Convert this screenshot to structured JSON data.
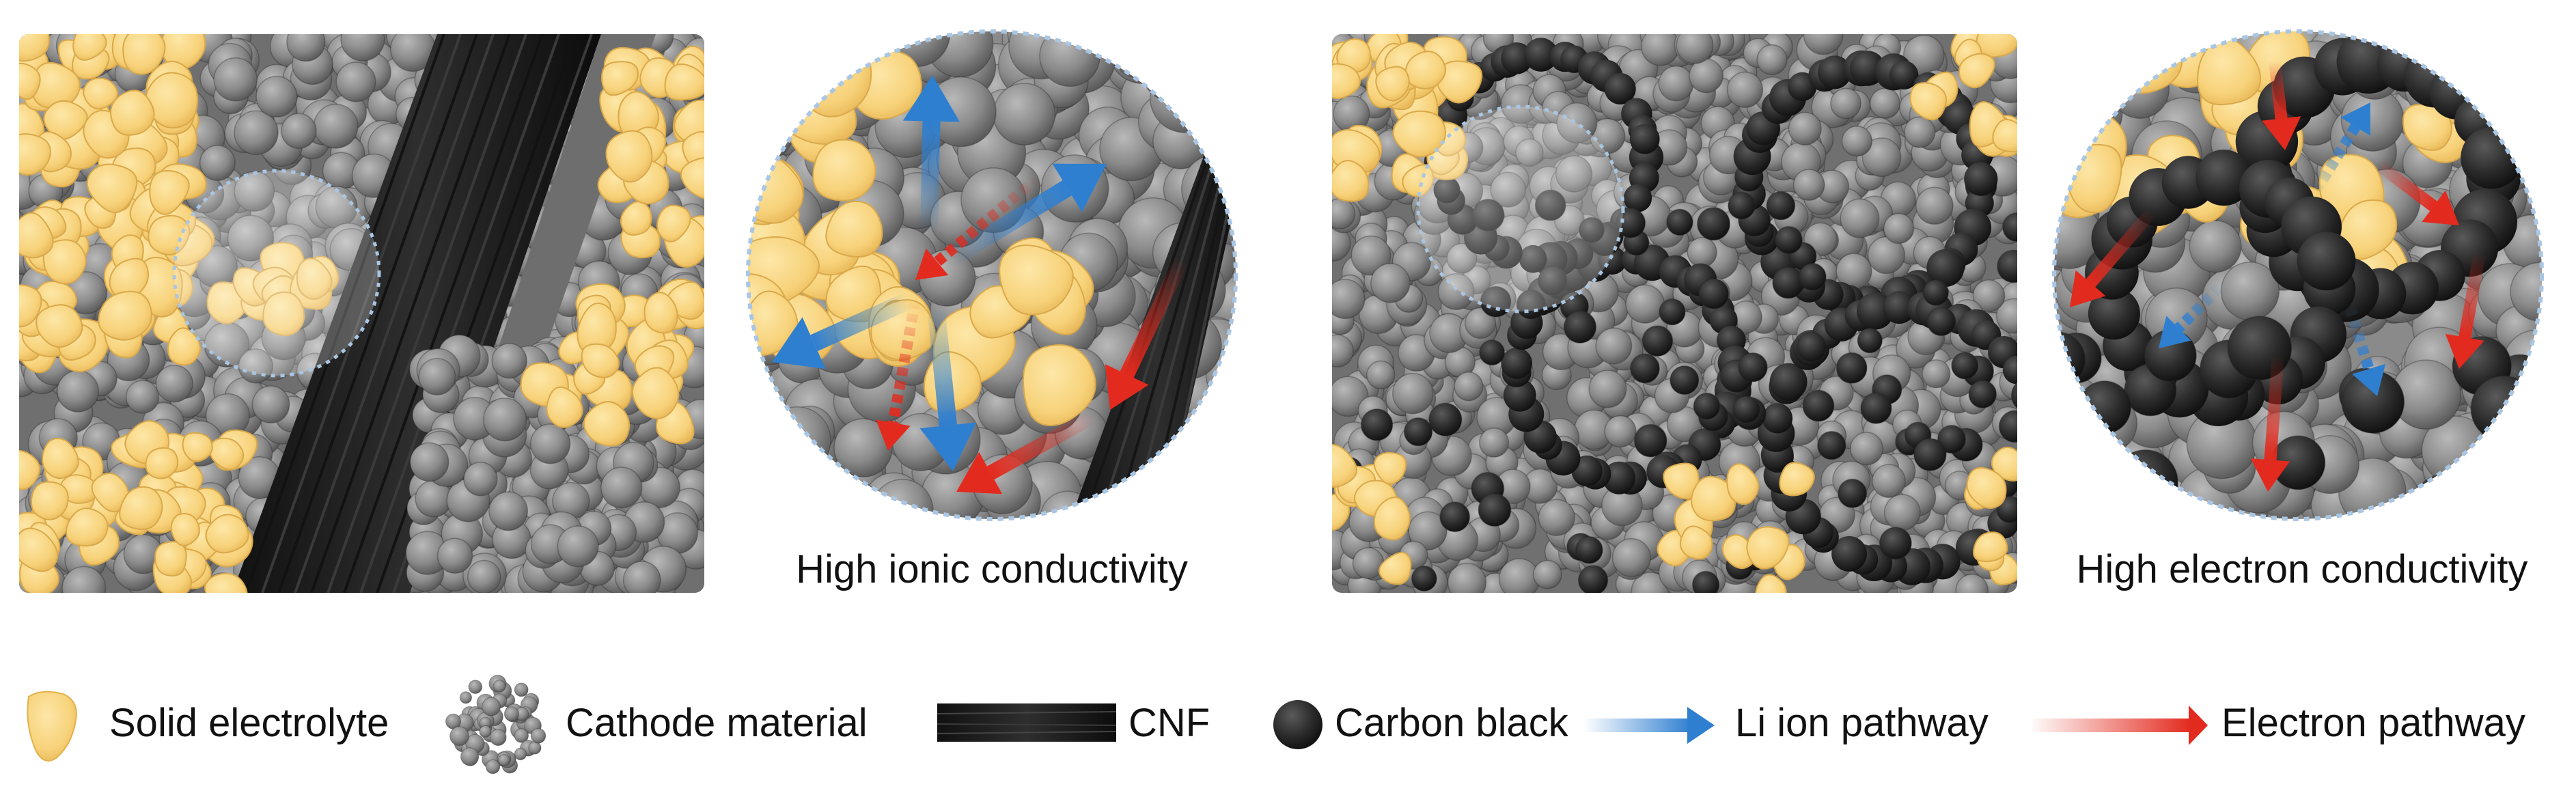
{
  "panels": {
    "left": {
      "caption": "High ionic conductivity"
    },
    "right": {
      "caption": "High electron conductivity"
    }
  },
  "legend": {
    "items": [
      {
        "label": "Solid electrolyte",
        "icon": "solid-electrolyte-icon"
      },
      {
        "label": "Cathode material",
        "icon": "cathode-material-icon"
      },
      {
        "label": "CNF",
        "icon": "cnf-icon"
      },
      {
        "label": "Carbon black",
        "icon": "carbon-black-icon"
      },
      {
        "label": "Li ion pathway",
        "icon": "li-ion-arrow-icon"
      },
      {
        "label": "Electron pathway",
        "icon": "electron-arrow-icon"
      }
    ]
  },
  "colors": {
    "electrolyte": "#f7d27a",
    "electrolyte_edge": "#e2b24c",
    "cathode": "#8d8d8d",
    "cathode_dark": "#5f5f5f",
    "cnf": "#1c1c1c",
    "carbon_black": "#2a2a2a",
    "li_arrow": "#2f7fd0",
    "electron_arrow": "#e32a1e",
    "frame_dash": "#a9c6e3"
  }
}
